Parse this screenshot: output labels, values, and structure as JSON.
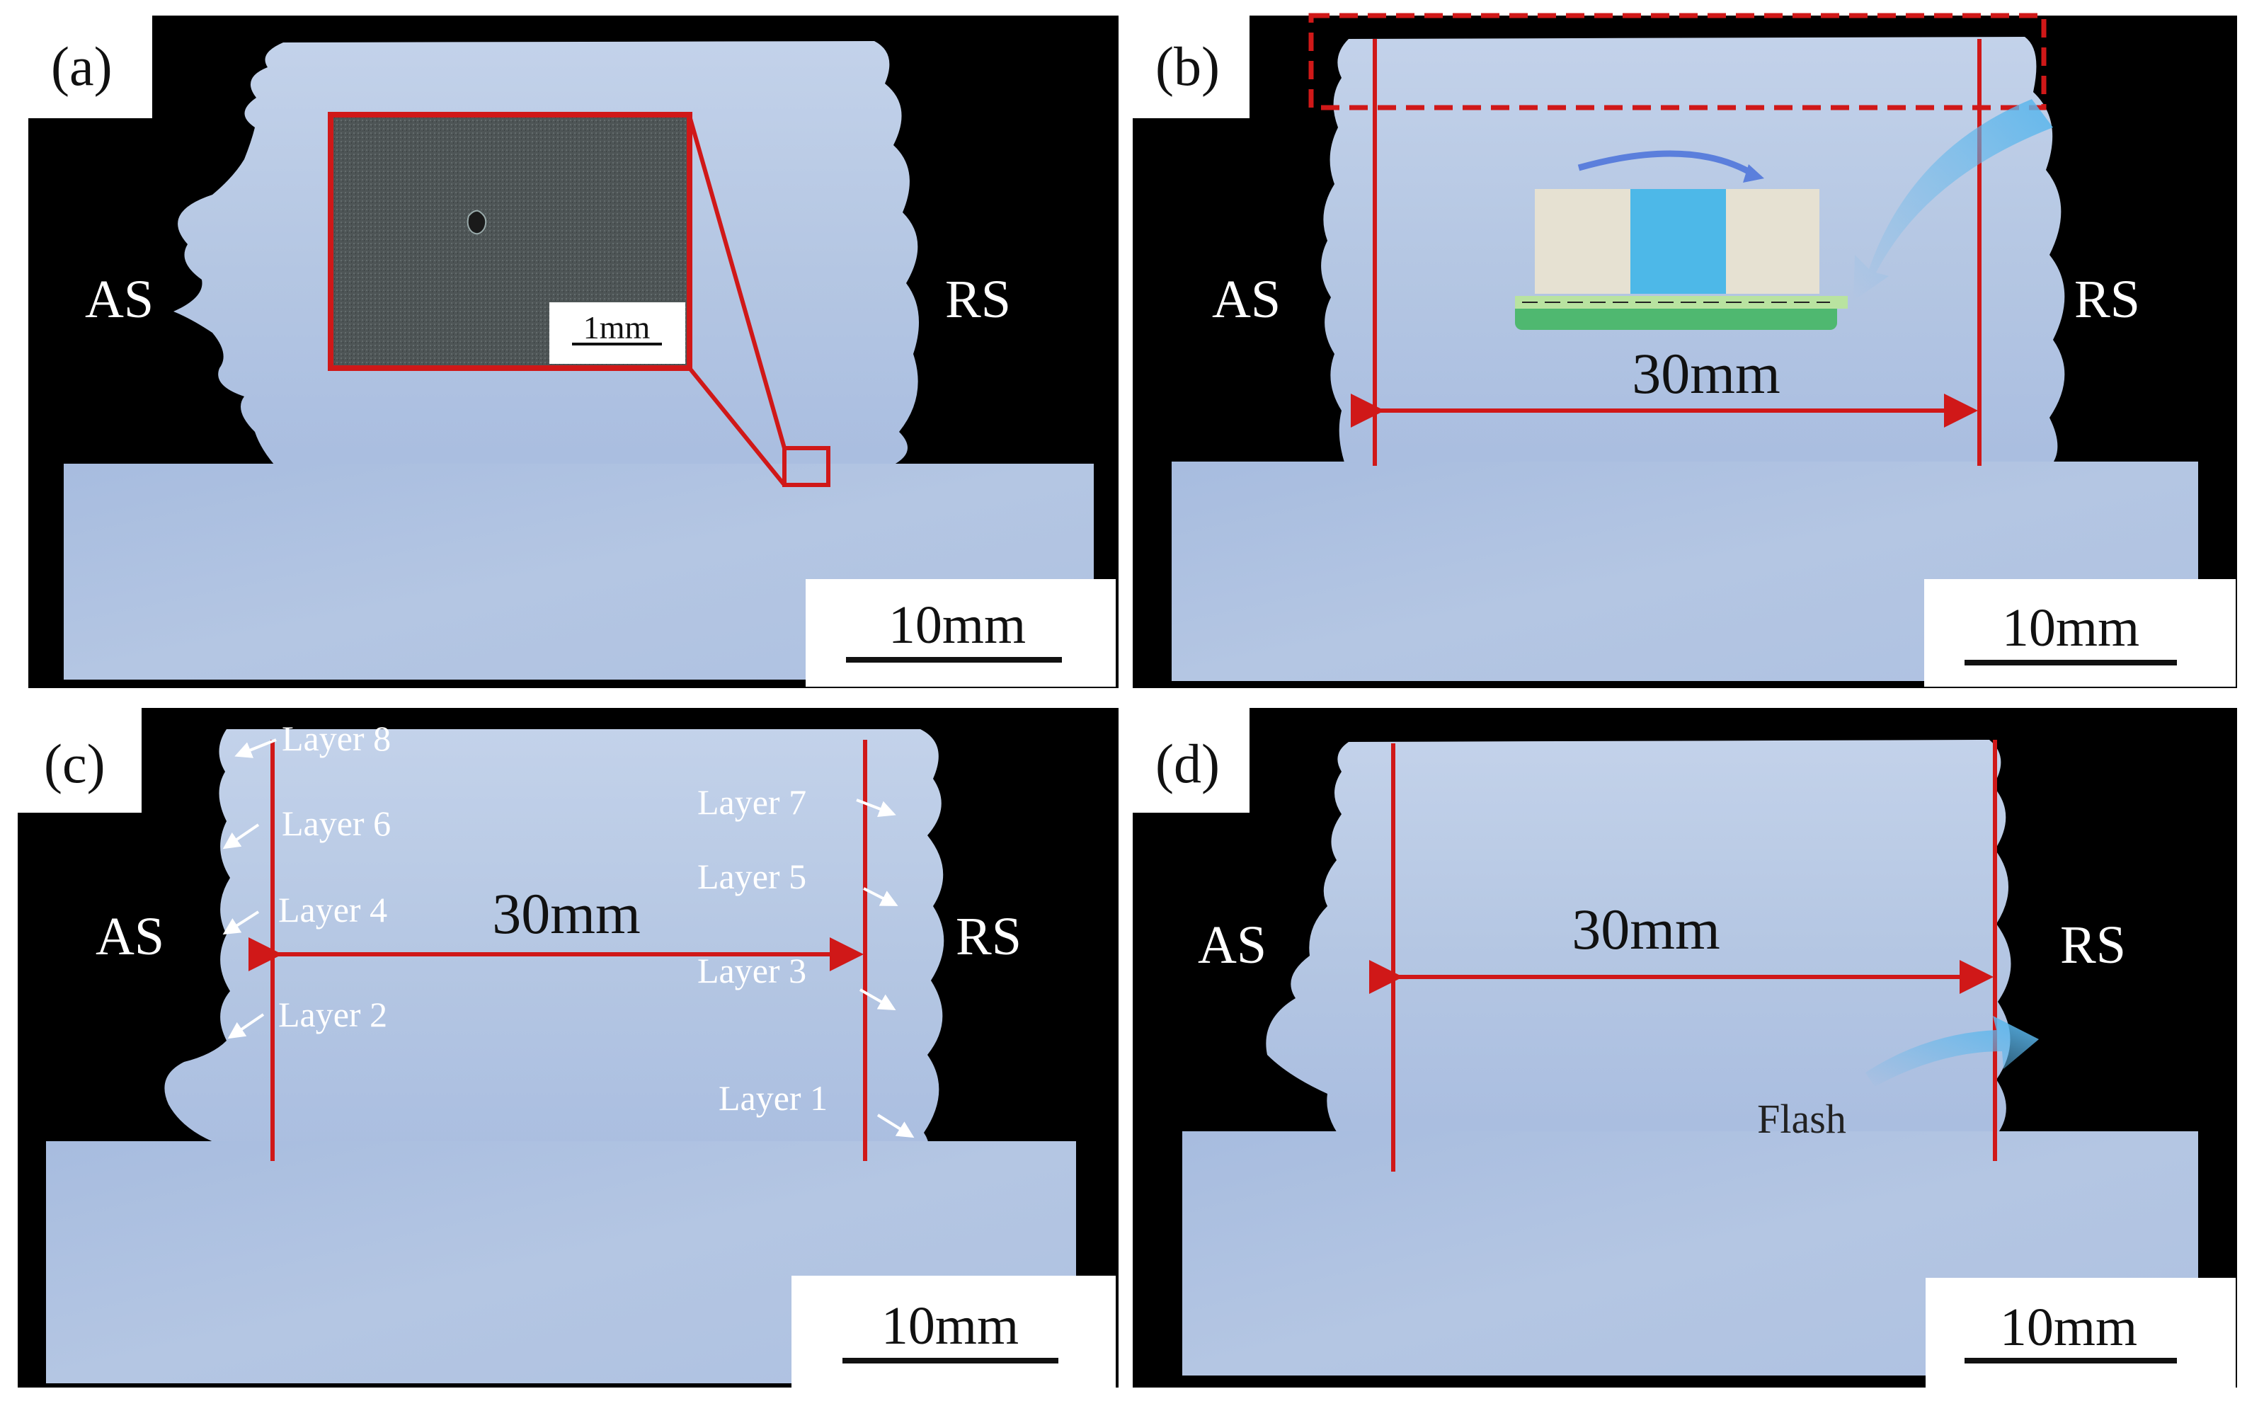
{
  "panels": {
    "a": {
      "label": "(a)",
      "side_left": "AS",
      "side_right": "RS",
      "inset_scale": "1mm",
      "scale_bar": "10mm"
    },
    "b": {
      "label": "(b)",
      "side_left": "AS",
      "side_right": "RS",
      "width_dim": "30mm",
      "scale_bar": "10mm"
    },
    "c": {
      "label": "(c)",
      "side_left": "AS",
      "side_right": "RS",
      "width_dim": "30mm",
      "scale_bar": "10mm",
      "layers_left": [
        "Layer 8",
        "Layer 6",
        "Layer 4",
        "Layer 2"
      ],
      "layers_right": [
        "Layer 7",
        "Layer 5",
        "Layer 3",
        "Layer 1"
      ]
    },
    "d": {
      "label": "(d)",
      "side_left": "AS",
      "side_right": "RS",
      "width_dim": "30mm",
      "flash_label": "Flash",
      "scale_bar": "10mm"
    }
  },
  "colors": {
    "background": "#000000",
    "specimen": "#b6c8e4",
    "annotation_red": "#d01818",
    "tool_shoulder": "#e6e1d2",
    "tool_pin": "#4db8e8",
    "substrate_green": "#4fb870",
    "flash_arrow": "#5ab6ec"
  }
}
